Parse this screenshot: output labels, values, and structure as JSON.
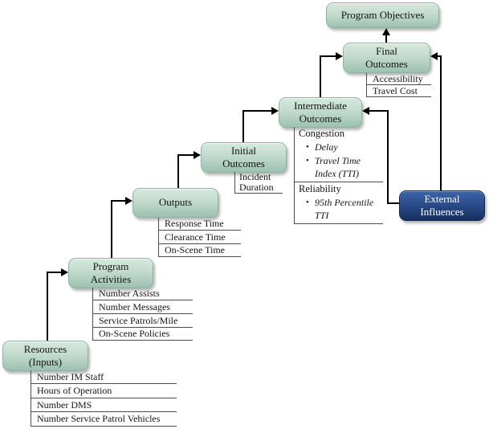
{
  "glyphs": {
    "bullet": "•"
  },
  "colors": {
    "box_green_top": "#d8e8df",
    "box_green_bottom": "#9cc1b0",
    "box_green_border": "#8fb3a2",
    "box_blue_top": "#3d64aa",
    "box_blue_bottom": "#16305f",
    "list_line": "#4d4d4d",
    "connector": "#000000",
    "text": "#141414",
    "text_on_blue": "#ffffff"
  },
  "boxes": {
    "program_objectives": "Program Objectives",
    "final_outcomes": "Final\nOutcomes",
    "intermediate_outcomes": "Intermediate\nOutcomes",
    "initial_outcomes": "Initial\nOutcomes",
    "outputs": "Outputs",
    "program_activities": "Program\nActivities",
    "resources": "Resources\n(Inputs)",
    "external_influences": "External\nInfluences"
  },
  "measures": {
    "final_outcomes": [
      "Accessibility",
      "Travel Cost"
    ],
    "intermediate_outcomes": {
      "sections": [
        {
          "heading": "Congestion",
          "bullets": [
            "Delay",
            "Travel Time Index (TTI)"
          ]
        },
        {
          "heading": "Reliability",
          "bullets": [
            "95th Percentile TTI"
          ]
        }
      ]
    },
    "initial_outcomes": [
      "Incident Duration"
    ],
    "outputs": [
      "Response Time",
      "Clearance Time",
      "On-Scene Time"
    ],
    "program_activities": [
      "Number Assists",
      "Number Messages",
      "Service Patrols/Mile",
      "On-Scene Policies"
    ],
    "resources": [
      "Number IM Staff",
      "Hours of Operation",
      "Number DMS",
      "Number Service Patrol Vehicles"
    ]
  }
}
